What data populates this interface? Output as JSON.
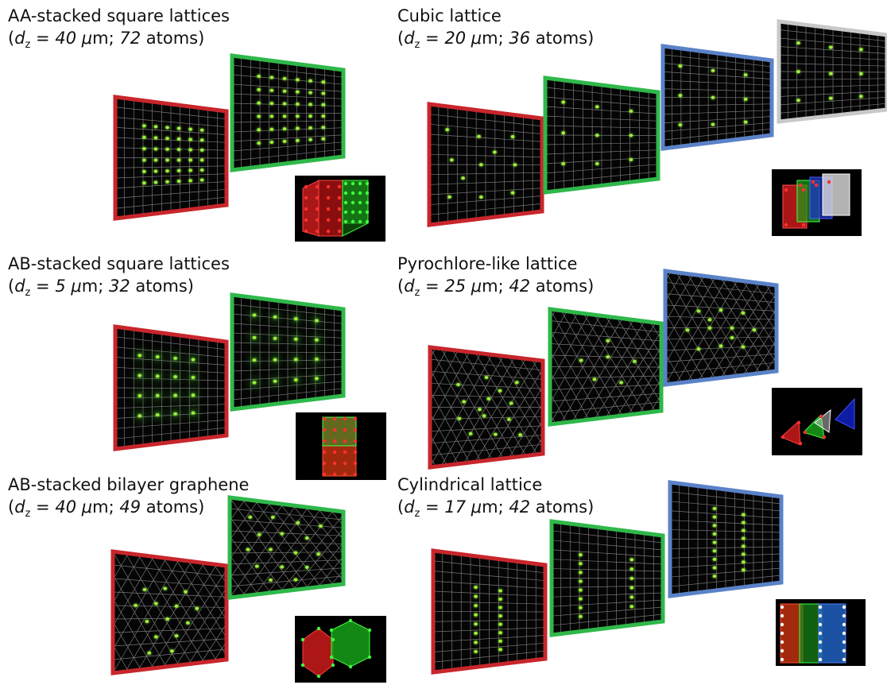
{
  "panels": [
    {
      "title": "AA-stacked square lattices",
      "dz": "40",
      "unit": "μm",
      "atoms": "72",
      "atoms_label": "atoms"
    },
    {
      "title": "Cubic lattice",
      "dz": "20",
      "unit": "μm",
      "atoms": "36",
      "atoms_label": "atoms"
    },
    {
      "title": "AB-stacked square lattices",
      "dz": "5",
      "unit": "μm",
      "atoms": "32",
      "atoms_label": "atoms"
    },
    {
      "title": "Pyrochlore-like lattice",
      "dz": "25",
      "unit": "μm",
      "atoms": "42",
      "atoms_label": "atoms"
    },
    {
      "title": "AB-stacked bilayer graphene",
      "dz": "40",
      "unit": "μm",
      "atoms": "49",
      "atoms_label": "atoms"
    },
    {
      "title": "Cylindrical lattice",
      "dz": "17",
      "unit": "μm",
      "atoms": "42",
      "atoms_label": "atoms"
    }
  ],
  "colors": {
    "frame_red": "#c8262c",
    "frame_green": "#2fb84a",
    "frame_blue": "#5a82c8",
    "frame_gray": "#c8c8c8",
    "atom": "#9bf03c",
    "grid": "#8a8a8a",
    "screen": "#050505"
  }
}
